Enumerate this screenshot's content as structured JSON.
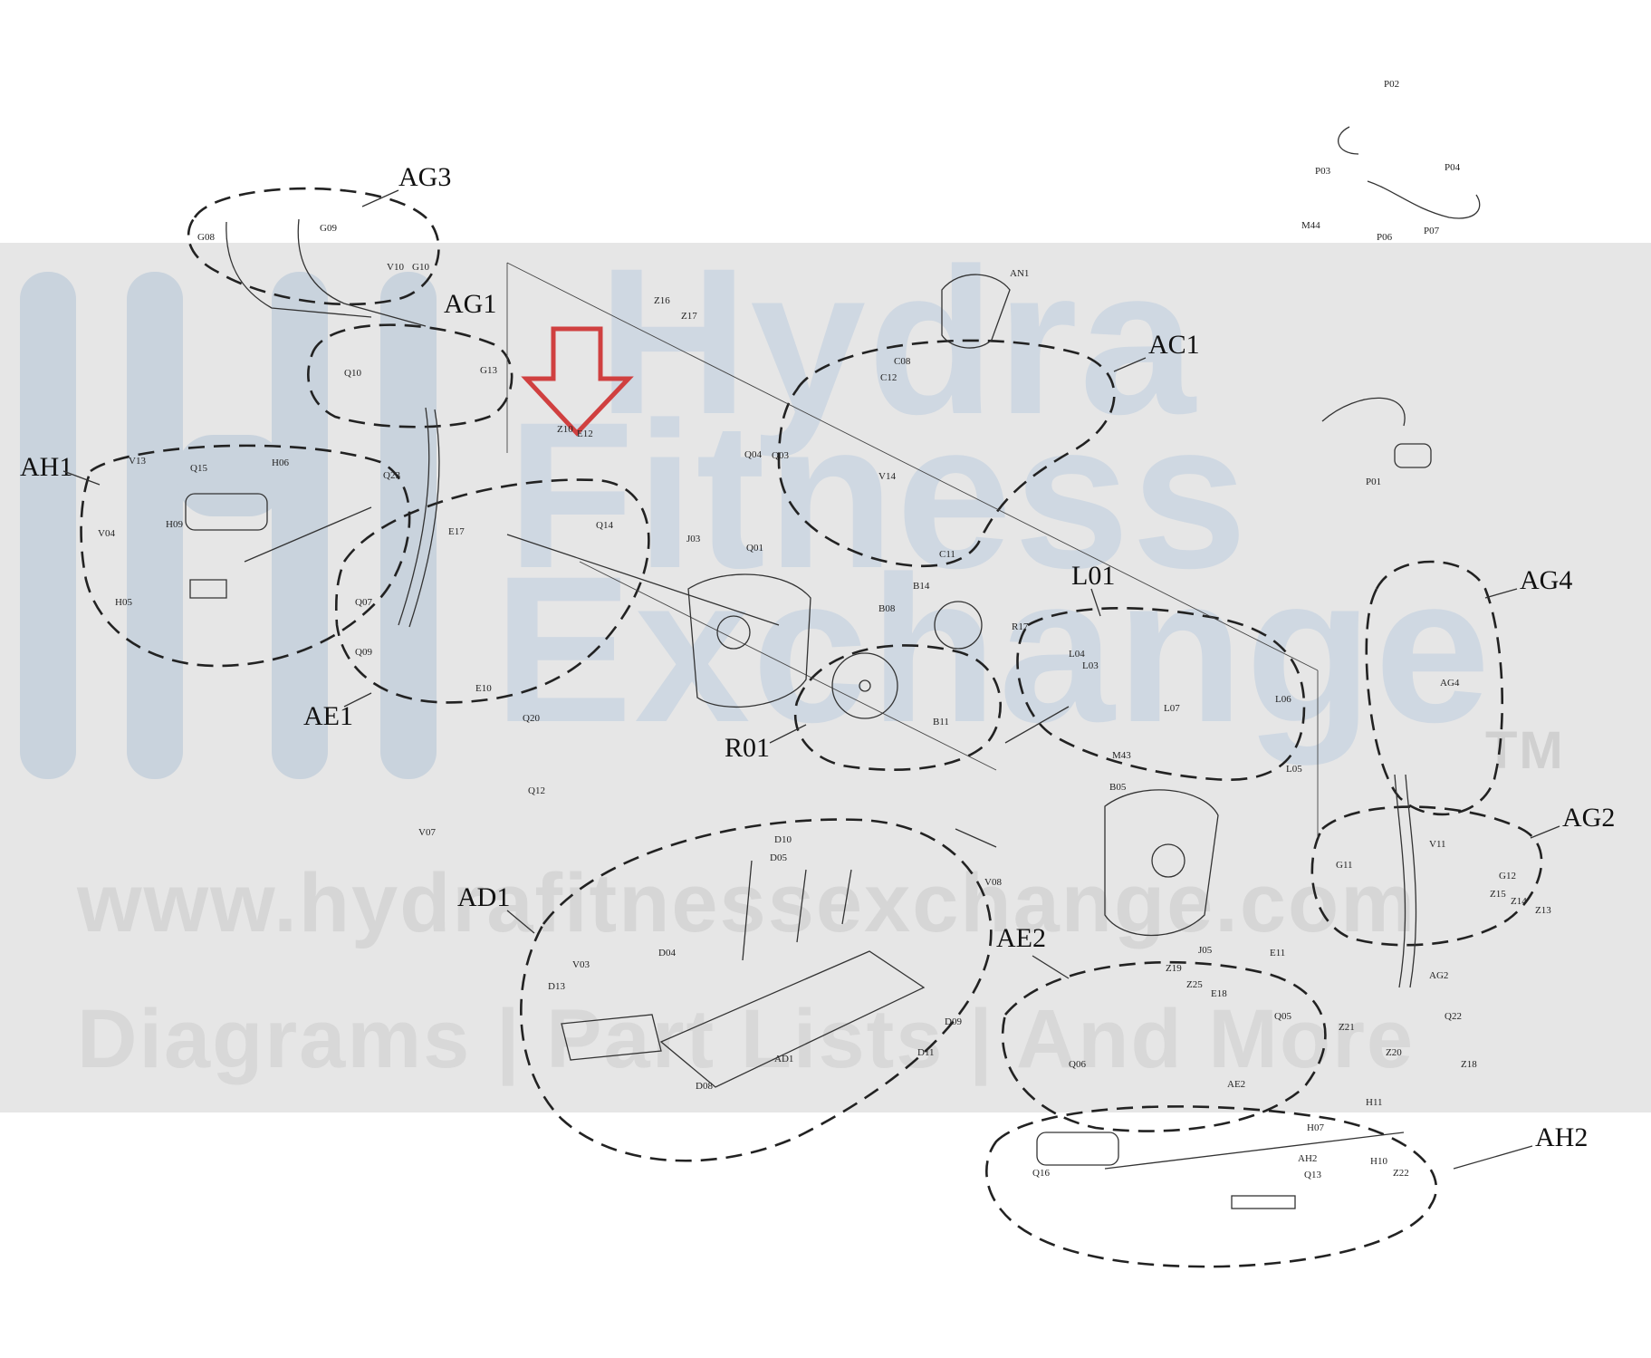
{
  "watermark": {
    "brand_line1": "Hydra",
    "brand_line2": "Fitness",
    "brand_line3": "Exchange",
    "trademark": "TM",
    "url": "www.hydrafitnessexchange.com",
    "tagline": "Diagrams | Part Lists | And More"
  },
  "callout_arrow": {
    "color": "#d04040",
    "target": "Z10"
  },
  "groups": {
    "ag3": "AG3",
    "ag1": "AG1",
    "ah1": "AH1",
    "ae1": "AE1",
    "ac1": "AC1",
    "r01": "R01",
    "l01": "L01",
    "ag4": "AG4",
    "ag2": "AG2",
    "ad1": "AD1",
    "ae2": "AE2",
    "ah2": "AH2"
  },
  "parts": {
    "p02": "P02",
    "p03": "P03",
    "p04": "P04",
    "m44": "M44",
    "p06": "P06",
    "p07": "P07",
    "an1": "AN1",
    "z16": "Z16",
    "z17": "Z17",
    "z10": "Z10",
    "e12": "E12",
    "v13": "V13",
    "q15": "Q15",
    "h06": "H06",
    "q23": "Q23",
    "h09": "H09",
    "v04": "V04",
    "h05": "H05",
    "g08": "G08",
    "g09": "G09",
    "v10": "V10",
    "g10": "G10",
    "q10": "Q10",
    "g13": "G13",
    "e17": "E17",
    "q07": "Q07",
    "q09": "Q09",
    "e10": "E10",
    "q14": "Q14",
    "j03": "J03",
    "q01": "Q01",
    "q20": "Q20",
    "q12": "Q12",
    "v07": "V07",
    "c08": "C08",
    "c12": "C12",
    "q03": "Q03",
    "q04": "Q04",
    "v14": "V14",
    "c11": "C11",
    "b14": "B14",
    "b08": "B08",
    "r17": "R17",
    "p01": "P01",
    "l04": "L04",
    "l03": "L03",
    "l06": "L06",
    "l07": "L07",
    "l05": "L05",
    "b11": "B11",
    "m43": "M43",
    "b05": "B05",
    "v08": "V08",
    "d10": "D10",
    "d05": "D05",
    "d04": "D04",
    "d09": "D09",
    "d11": "D11",
    "d08": "D08",
    "ad1": "AD1",
    "v03": "V03",
    "d13": "D13",
    "q13": "Q13",
    "z25": "Z25",
    "e18": "E18",
    "q06": "Q06",
    "ae2": "AE2",
    "h11": "H11",
    "h07": "H07",
    "h10": "H10",
    "z22": "Z22",
    "ah2": "AH2",
    "q16": "Q16",
    "q22": "Q22",
    "z18": "Z18",
    "g12": "G12",
    "z15": "Z15",
    "z14": "Z14",
    "z13": "Z13",
    "g11": "G11",
    "v11": "V11",
    "ag2": "AG2",
    "ag4": "AG4",
    "q05": "Q05",
    "j05": "J05",
    "e11": "E11",
    "z19": "Z19",
    "z21": "Z21",
    "z20": "Z20"
  }
}
